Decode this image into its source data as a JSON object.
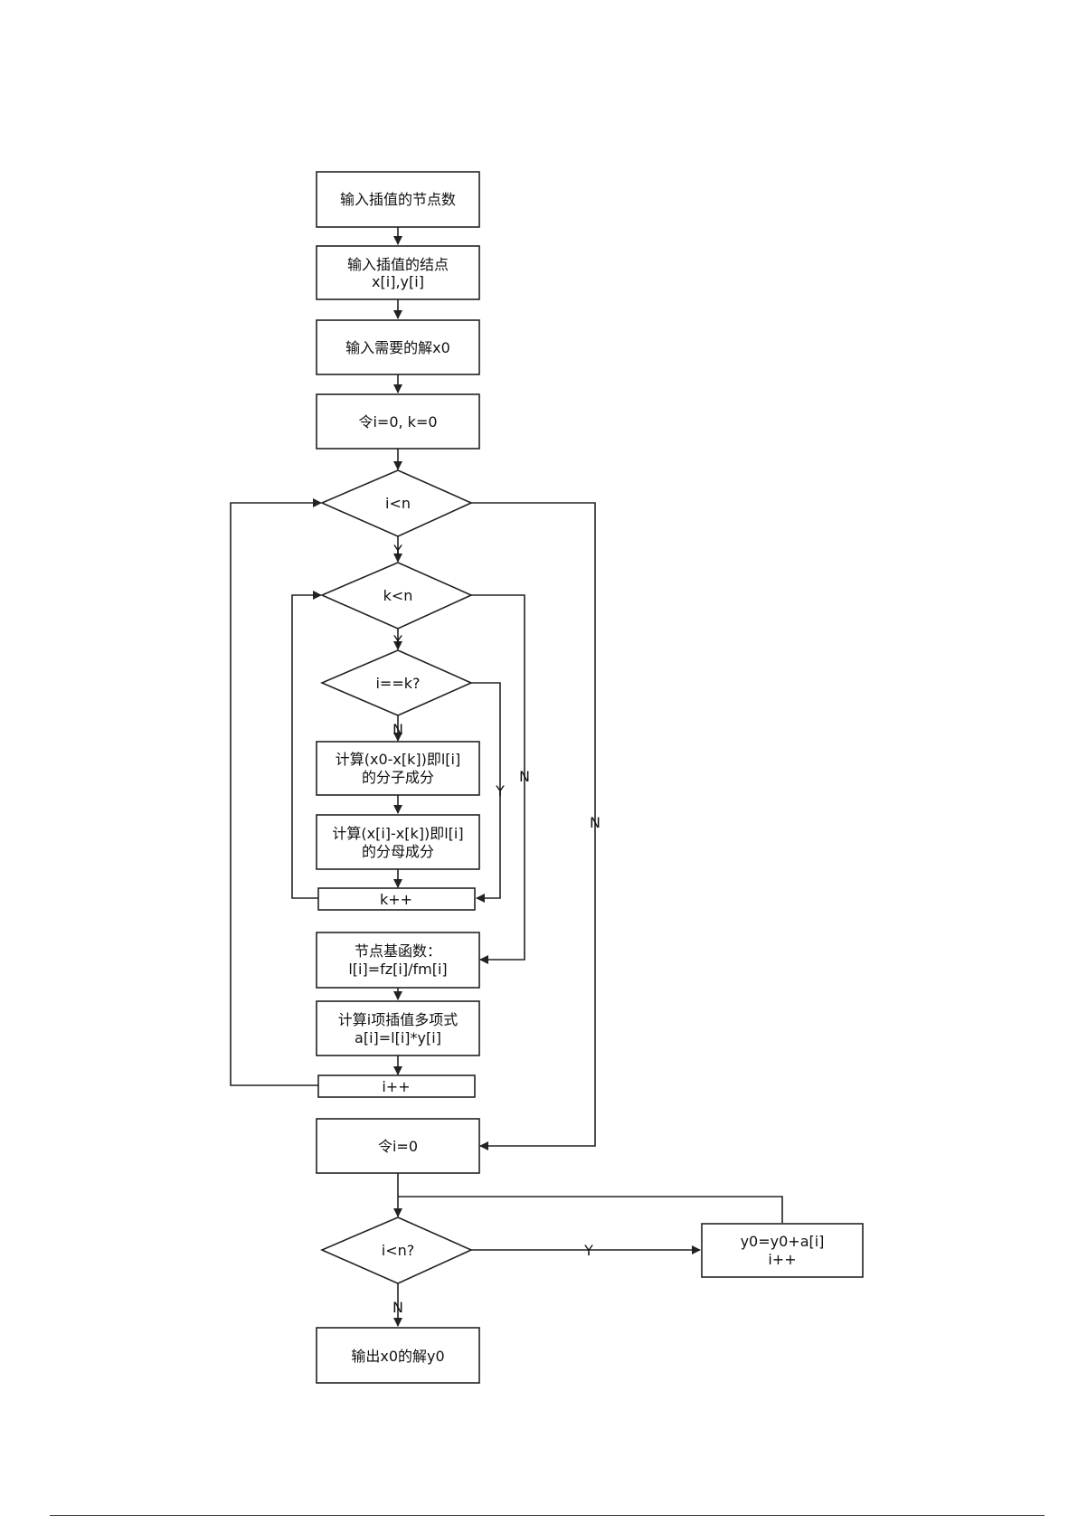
{
  "nodes": {
    "input_count": "输入插值的节点数",
    "input_nodes": [
      "输入插值的结点",
      "x[i],y[i]"
    ],
    "input_x0": "输入需要的解x0",
    "init_ik": "令i=0, k=0",
    "cond_i_lt_n": "i<n",
    "cond_k_lt_n": "k<n",
    "cond_i_eq_k": "i==k?",
    "calc_numerator": [
      "计算(x0-x[k])即l[i]",
      "的分子成分"
    ],
    "calc_denominator": [
      "计算(x[i]-x[k])即l[i]",
      "的分母成分"
    ],
    "inc_k": "k++",
    "basis_function": [
      "节点基函数：",
      "l[i]=fz[i]/fm[i]"
    ],
    "calc_poly_term": [
      "计算i项插值多项式",
      "a[i]=l[i]*y[i]"
    ],
    "inc_i": "i++",
    "reset_i": "令i=0",
    "cond_i_lt_n_2": "i<n?",
    "accumulate": [
      "y0=y0+a[i]",
      "i++"
    ],
    "output": "输出x0的解y0"
  },
  "edge_labels": {
    "i_lt_n_yes": "Y",
    "k_lt_n_yes": "Y",
    "i_eq_k_no": "N",
    "i_eq_k_yes": "Y",
    "k_lt_n_no": "N",
    "i_lt_n_no": "N",
    "i_lt_n_2_yes": "Y",
    "i_lt_n_2_no": "N"
  },
  "colors": {
    "stroke": "#222222",
    "background": "#ffffff",
    "text": "#111111"
  }
}
